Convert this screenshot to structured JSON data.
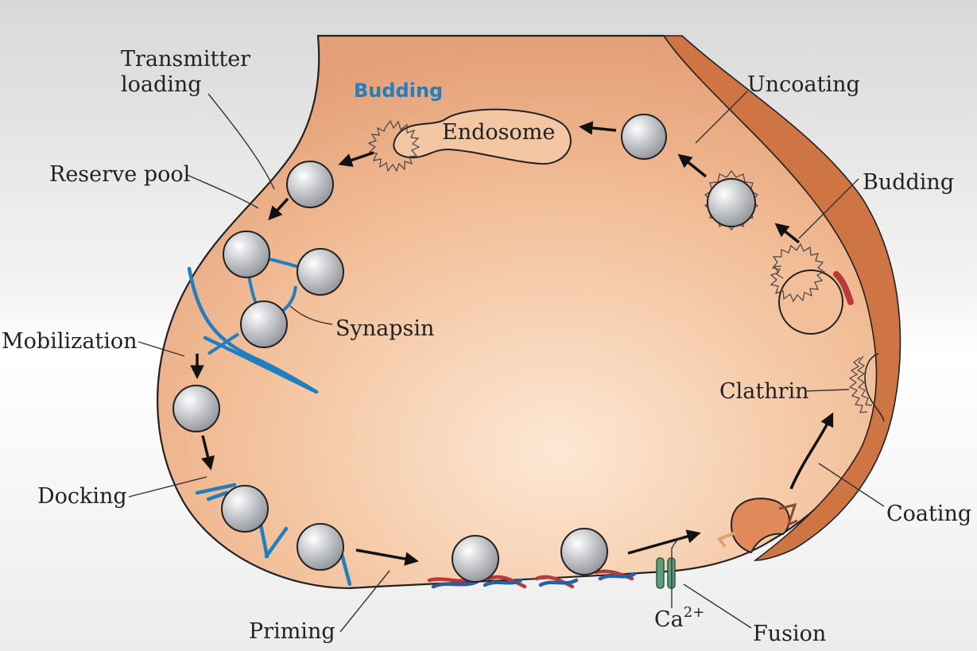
{
  "labels": {
    "transmitter_loading_1": "Transmitter",
    "transmitter_loading_2": "loading",
    "budding_top": "Budding",
    "endosome": "Endosome",
    "uncoating": "Uncoating",
    "budding_right": "Budding",
    "reserve_pool": "Reserve pool",
    "synapsin": "Synapsin",
    "mobilization": "Mobilization",
    "clathrin": "Clathrin",
    "docking": "Docking",
    "coating": "Coating",
    "priming": "Priming",
    "ca": "Ca",
    "ca_superscript": "2+",
    "fusion": "Fusion"
  },
  "colors": {
    "terminal_fill": "#e8a47a",
    "terminal_light": "#fbe3cc",
    "membrane_dark": "#cf7443",
    "actin_blue": "#1f7fc1",
    "snare_red": "#b83a3a",
    "channel_green": "#5a9e7e",
    "budding_blue": "#1f7fc1"
  },
  "icons": [
    "vesicle-icon",
    "clathrin-coat-icon",
    "calcium-channel-icon",
    "arrow-icon"
  ]
}
